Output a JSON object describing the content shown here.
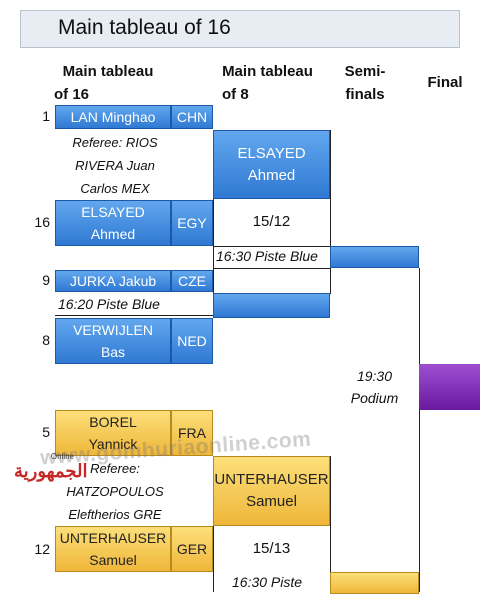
{
  "title": "Main tableau of 16",
  "headers": {
    "t16": [
      "Main tableau",
      "of 16"
    ],
    "t8": [
      "Main tableau",
      "of 8"
    ],
    "semi": [
      "Semi-",
      "finals"
    ],
    "final": "Final"
  },
  "bout1": {
    "a": {
      "seed": "1",
      "name": "LAN Minghao",
      "country": "CHN"
    },
    "referee": [
      "Referee: RIOS",
      "RIVERA Juan",
      "Carlos MEX"
    ],
    "b": {
      "seed": "16",
      "name": [
        "ELSAYED",
        "Ahmed"
      ],
      "country": "EGY"
    }
  },
  "bout2": {
    "a": {
      "seed": "9",
      "name": "JURKA Jakub",
      "country": "CZE"
    },
    "time": "16:20 Piste Blue",
    "b": {
      "seed": "8",
      "name": [
        "VERWIJLEN",
        "Bas"
      ],
      "country": "NED"
    }
  },
  "bout3": {
    "a": {
      "seed": "5",
      "name": [
        "BOREL",
        "Yannick"
      ],
      "country": "FRA"
    },
    "referee": [
      "Referee:",
      "HATZOPOULOS",
      "Eleftherios GRE"
    ],
    "b": {
      "seed": "12",
      "name": [
        "UNTERHAUSER",
        "Samuel"
      ],
      "country": "GER"
    }
  },
  "t8": {
    "winner1": [
      "ELSAYED",
      "Ahmed"
    ],
    "score1": "15/12",
    "time1": "16:30 Piste Blue",
    "winner3": [
      "UNTERHAUSER",
      "Samuel"
    ],
    "score3": "15/13",
    "time3": "16:30 Piste"
  },
  "semi": {
    "time": "19:30",
    "place": "Podium"
  },
  "watermark": "www.gomhuriaonline.com",
  "logo": {
    "main": "الجمهورية",
    "top": "Online"
  },
  "colors": {
    "blue": "#3a85dc",
    "gold": "#f5c54d",
    "purple": "#7b2bb0"
  }
}
